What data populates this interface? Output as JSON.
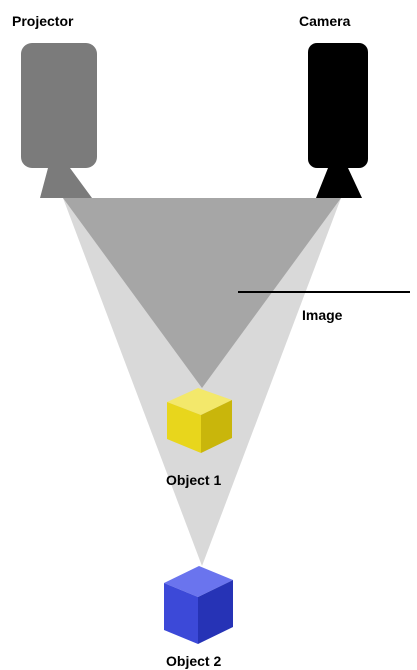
{
  "labels": {
    "projector": "Projector",
    "camera": "Camera",
    "image": "Image",
    "object1": "Object 1",
    "object2": "Object 2"
  },
  "colors": {
    "projector_body": "#7b7b7b",
    "camera_body": "#000000",
    "projection_cone": "#d9d9d9",
    "image_triangle": "#a6a6a6",
    "pointer_line": "#000000",
    "cube1_top": "#f3e86b",
    "cube1_left": "#e8d61c",
    "cube1_right": "#c9b60b",
    "cube2_top": "#6a74ee",
    "cube2_left": "#3c49d8",
    "cube2_right": "#2633b6"
  }
}
